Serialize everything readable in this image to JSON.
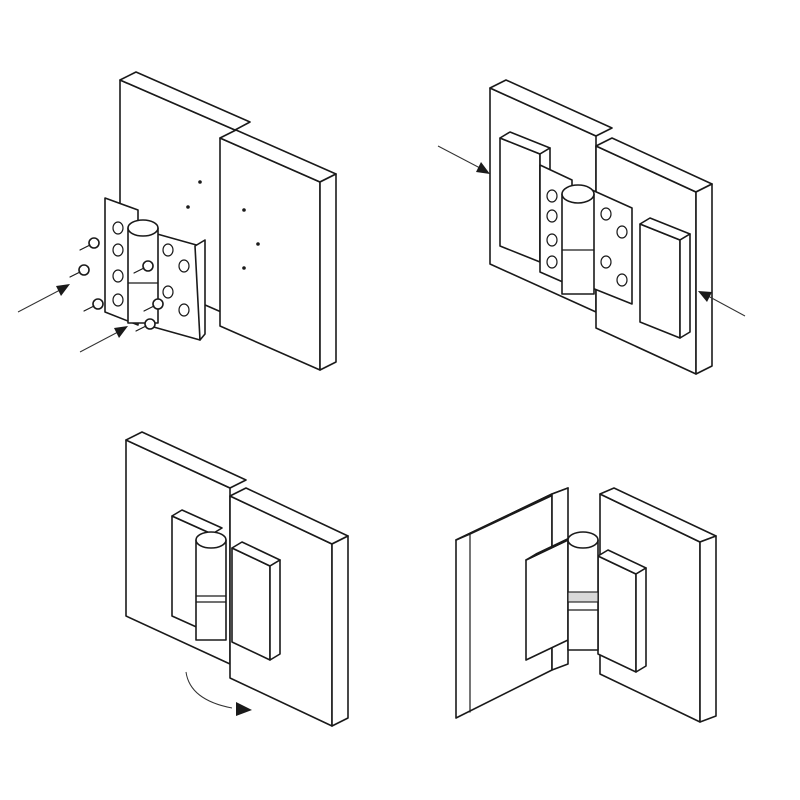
{
  "steps": [
    {
      "id": 1,
      "action": "screw-hinge-leaves-to-panels"
    },
    {
      "id": 2,
      "action": "attach-cover-plates"
    },
    {
      "id": 3,
      "action": "assembled-hinge-closed"
    },
    {
      "id": 4,
      "action": "hinge-opened-panels-rotated"
    }
  ],
  "colors": {
    "line": "#1a1a1a",
    "background": "#ffffff",
    "shade": "#d9d9d9"
  }
}
